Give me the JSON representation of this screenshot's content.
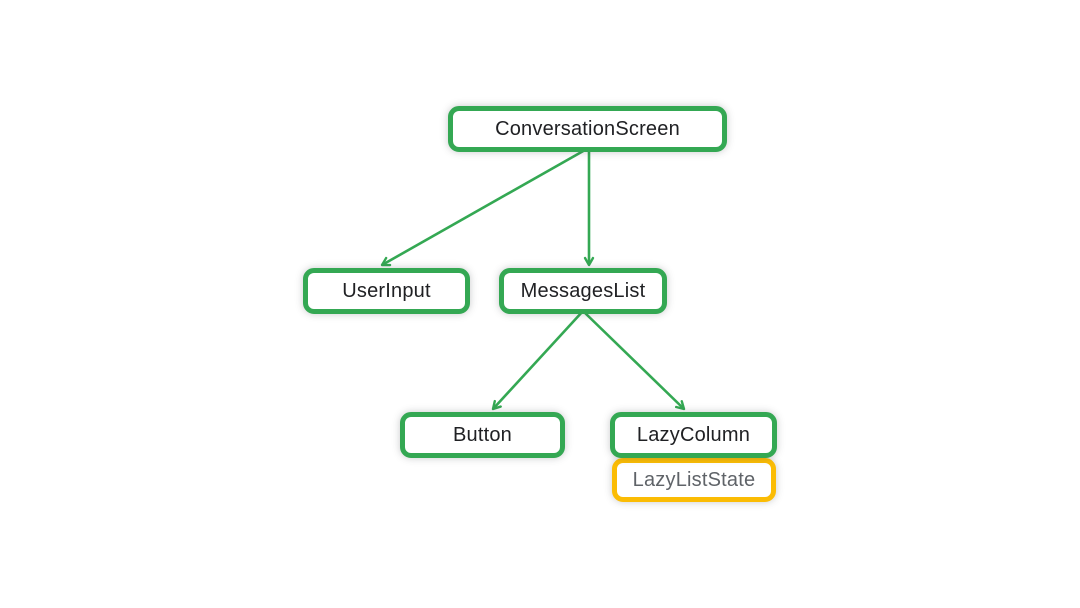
{
  "diagram": {
    "type": "tree",
    "background": "#FFFFFF",
    "colors": {
      "node_border_green": "#34A853",
      "node_border_yellow": "#FBBC04",
      "arrow": "#34A853",
      "text_dark": "#202124",
      "text_gray": "#5F6368"
    },
    "nodes": [
      {
        "id": "conversation-screen",
        "label": "ConversationScreen",
        "border_color": "#34A853",
        "text_color": "#202124"
      },
      {
        "id": "user-input",
        "label": "UserInput",
        "border_color": "#34A853",
        "text_color": "#202124"
      },
      {
        "id": "messages-list",
        "label": "MessagesList",
        "border_color": "#34A853",
        "text_color": "#202124"
      },
      {
        "id": "button",
        "label": "Button",
        "border_color": "#34A853",
        "text_color": "#202124"
      },
      {
        "id": "lazy-column",
        "label": "LazyColumn",
        "border_color": "#34A853",
        "text_color": "#202124"
      },
      {
        "id": "lazy-list-state",
        "label": "LazyListState",
        "border_color": "#FBBC04",
        "text_color": "#5F6368"
      }
    ],
    "edges": [
      {
        "from": "ConversationScreen",
        "to": "UserInput"
      },
      {
        "from": "ConversationScreen",
        "to": "MessagesList"
      },
      {
        "from": "MessagesList",
        "to": "Button"
      },
      {
        "from": "MessagesList",
        "to": "LazyColumn"
      }
    ]
  }
}
